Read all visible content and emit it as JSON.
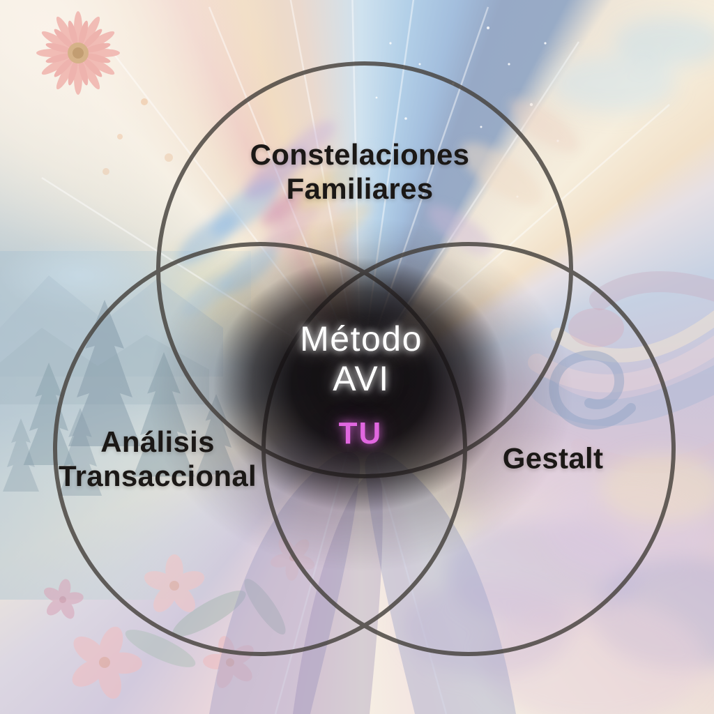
{
  "diagram": {
    "type": "venn-3-circles",
    "sets": [
      {
        "id": "top",
        "lines": [
          "Constelaciones",
          "Familiares"
        ]
      },
      {
        "id": "left",
        "lines": [
          "Análisis",
          "Transaccional"
        ]
      },
      {
        "id": "right",
        "lines": [
          "Gestalt"
        ]
      }
    ],
    "center": {
      "title_lines": [
        "Método",
        "AVI"
      ],
      "highlight": "TU"
    },
    "colors": {
      "set_label_text": "#1b1816",
      "center_title_text": "#ffffff",
      "center_highlight_text": "#e167e0",
      "circle_stroke": "#45413c",
      "center_backdrop": "#0d0a0d"
    },
    "artwork_elements": [
      "pastel sunburst rays",
      "gerbera flower",
      "watercolor leaves",
      "misty pine forest",
      "wildflowers",
      "flowing pastel swirls",
      "soft clouds",
      "stars",
      "hands reaching upward"
    ]
  }
}
